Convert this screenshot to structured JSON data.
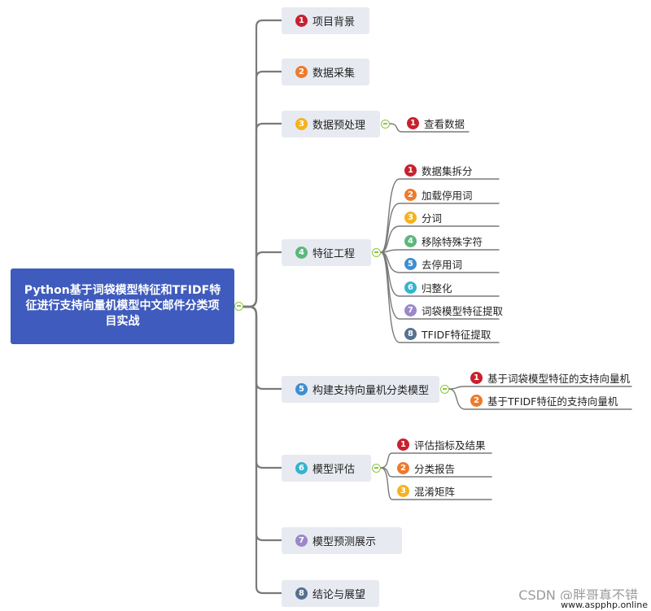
{
  "colors": {
    "red": "#c8202f",
    "orange": "#ee7a2b",
    "yellow": "#f5b220",
    "green": "#5bb87a",
    "blue": "#3e8ed0",
    "cyan": "#35b3cf",
    "purple": "#9b87c9",
    "slate": "#56708f",
    "root_bg": "#3f5bbd",
    "node_bg": "#e8eaf1",
    "line": "#7a7a7a"
  },
  "root": {
    "label": "Python基于词袋模型特征和TFIDF特征进行支持向量机模型中文邮件分类项目实战"
  },
  "branches": [
    {
      "num": "1",
      "label": "项目背景",
      "color": "red",
      "children": []
    },
    {
      "num": "2",
      "label": "数据采集",
      "color": "orange",
      "children": []
    },
    {
      "num": "3",
      "label": "数据预处理",
      "color": "yellow",
      "children": [
        {
          "num": "1",
          "label": "查看数据",
          "color": "red"
        }
      ]
    },
    {
      "num": "4",
      "label": "特征工程",
      "color": "green",
      "children": [
        {
          "num": "1",
          "label": "数据集拆分",
          "color": "red"
        },
        {
          "num": "2",
          "label": "加载停用词",
          "color": "orange"
        },
        {
          "num": "3",
          "label": "分词",
          "color": "yellow"
        },
        {
          "num": "4",
          "label": "移除特殊字符",
          "color": "green"
        },
        {
          "num": "5",
          "label": "去停用词",
          "color": "blue"
        },
        {
          "num": "6",
          "label": "归整化",
          "color": "cyan"
        },
        {
          "num": "7",
          "label": "词袋模型特征提取",
          "color": "purple"
        },
        {
          "num": "8",
          "label": "TFIDF特征提取",
          "color": "slate"
        }
      ]
    },
    {
      "num": "5",
      "label": "构建支持向量机分类模型",
      "color": "blue",
      "children": [
        {
          "num": "1",
          "label": "基于词袋模型特征的支持向量机",
          "color": "red"
        },
        {
          "num": "2",
          "label": "基于TFIDF特征的支持向量机",
          "color": "orange"
        }
      ]
    },
    {
      "num": "6",
      "label": "模型评估",
      "color": "cyan",
      "children": [
        {
          "num": "1",
          "label": "评估指标及结果",
          "color": "red"
        },
        {
          "num": "2",
          "label": "分类报告",
          "color": "orange"
        },
        {
          "num": "3",
          "label": "混淆矩阵",
          "color": "yellow"
        }
      ]
    },
    {
      "num": "7",
      "label": "模型预测展示",
      "color": "purple",
      "children": []
    },
    {
      "num": "8",
      "label": "结论与展望",
      "color": "slate",
      "children": []
    }
  ],
  "watermark": "CSDN @胖哥真不错",
  "url": "www.aspphp.online"
}
